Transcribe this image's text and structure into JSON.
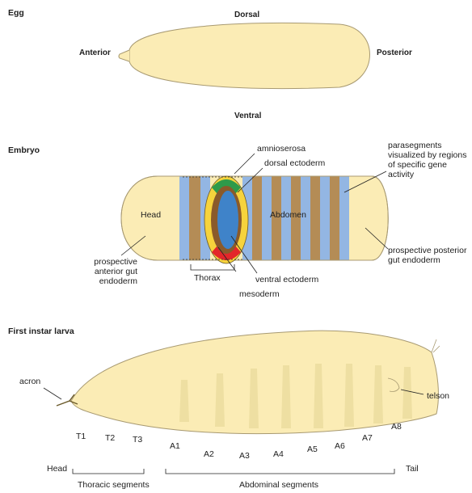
{
  "egg": {
    "title": "Egg",
    "dorsal": "Dorsal",
    "ventral": "Ventral",
    "anterior": "Anterior",
    "posterior": "Posterior"
  },
  "embryo": {
    "title": "Embryo",
    "head": "Head",
    "abdomen": "Abdomen",
    "thorax": "Thorax",
    "amnioserosa": "amnioserosa",
    "dorsal_ectoderm": "dorsal ectoderm",
    "ventral_ectoderm": "ventral ectoderm",
    "mesoderm": "mesoderm",
    "parasegments": "parasegments visualized by regions of specific gene activity",
    "posterior_gut": "prospective posterior gut endoderm",
    "anterior_gut": "prospective anterior gut endoderm"
  },
  "larva": {
    "title": "First instar larva",
    "acron": "acron",
    "telson": "telson",
    "segments": [
      "T1",
      "T2",
      "T3",
      "A1",
      "A2",
      "A3",
      "A4",
      "A5",
      "A6",
      "A7",
      "A8"
    ],
    "head": "Head",
    "tail": "Tail",
    "thoracic": "Thoracic segments",
    "abdominal": "Abdominal segments"
  },
  "colors": {
    "body": "#fbecb5",
    "outline": "#a89a72",
    "blue": "#93b6e3",
    "brown": "#b48c56",
    "green": "#2e9a4a",
    "red": "#e3262a",
    "yellow": "#f6d33c",
    "inner_blue": "#3f83c9",
    "inner_brown": "#8a5a2a"
  }
}
